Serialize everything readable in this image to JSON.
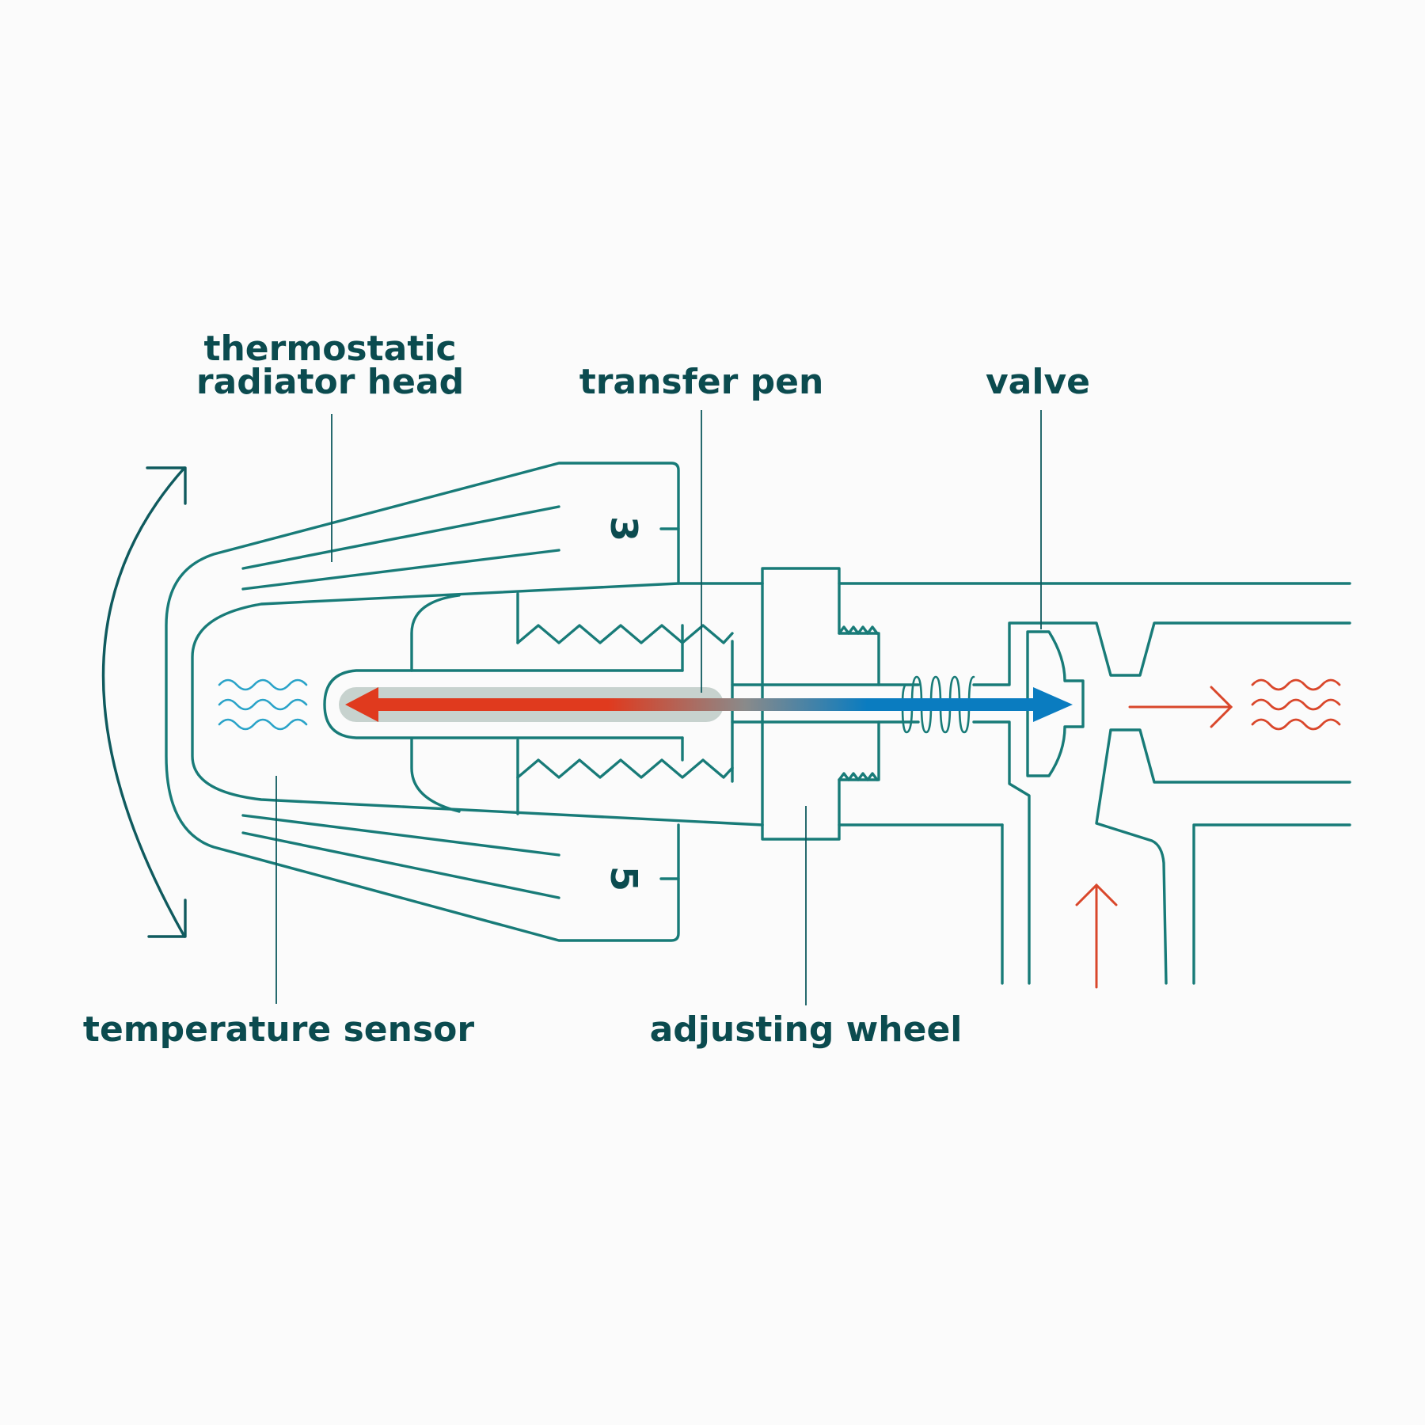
{
  "labels": {
    "head_line1": "thermostatic",
    "head_line2": "radiator head",
    "transfer_pen": "transfer pen",
    "valve": "valve",
    "temperature_sensor": "temperature sensor",
    "adjusting_wheel": "adjusting wheel",
    "dial_top": "3",
    "dial_bottom": "5"
  },
  "colors": {
    "outline": "#187b78",
    "label_text": "#0b4b4f",
    "hot": "#e03a1e",
    "cold": "#0a7cc0",
    "warm_flow": "#d9472b",
    "cool_waves": "#2aa3c8",
    "background": "#fbfbfb"
  },
  "icons": {
    "rotate_arrow": "curved-double-arrow-icon",
    "expansion_arrow": "double-headed-gradient-arrow-icon",
    "heat_waves": "heat-waves-icon",
    "flow_arrows": "flow-arrow-icon"
  }
}
